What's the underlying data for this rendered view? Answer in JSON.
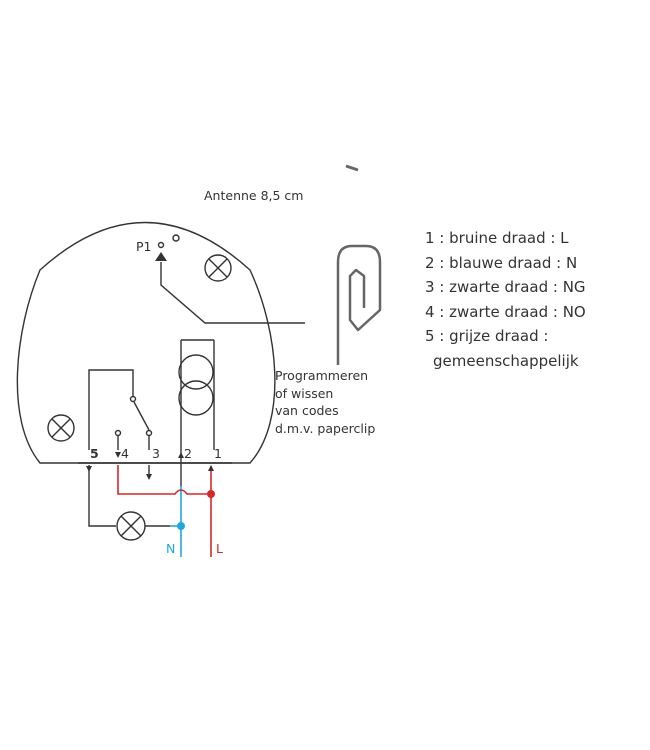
{
  "labels": {
    "antenna": "Antenne 8,5 cm",
    "p1": "P1",
    "neutral": "N",
    "live": "L"
  },
  "terminals": [
    "5",
    "4",
    "3",
    "2",
    "1"
  ],
  "programming_note": [
    "Programmeren",
    "of wissen",
    "van codes",
    "d.m.v. paperclip"
  ],
  "legend": [
    "1 : bruine draad : L",
    "2 : blauwe draad : N",
    "3 : zwarte draad : NG",
    "4 : zwarte draad : NO",
    "5 : grijze draad :",
    "gemeenschappelijk"
  ],
  "colors": {
    "line": "#333333",
    "live": "#d62828",
    "neutral": "#1ea7e0",
    "paperclip": "#666666"
  }
}
